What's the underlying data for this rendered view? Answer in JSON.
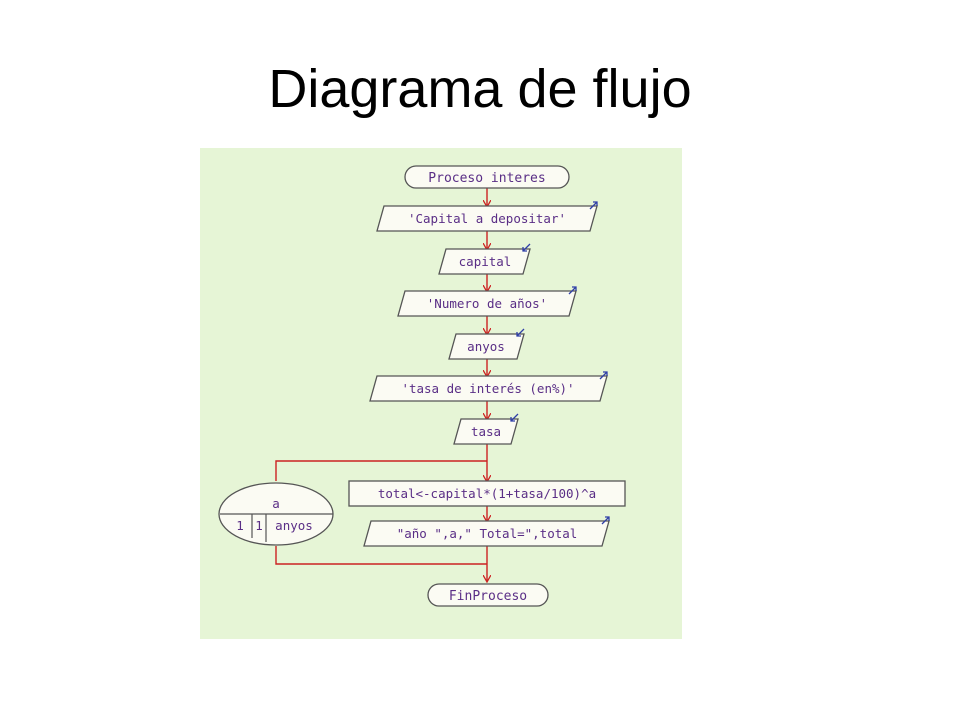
{
  "slide": {
    "title": "Diagrama de flujo"
  },
  "flowchart": {
    "start": "Proceso interes",
    "steps": [
      "'Capital a depositar'",
      "capital",
      "'Numero de años'",
      "anyos",
      "'tasa de interés (en%)'",
      "tasa"
    ],
    "loop": {
      "variable": "a",
      "start": "1",
      "step": "1",
      "end": "anyos"
    },
    "loop_body": [
      "total<-capital*(1+tasa/100)^a",
      "\"año \",a,\" Total=\",total"
    ],
    "end": "FinProceso"
  },
  "colors": {
    "panel_bg": "#e6f5d6",
    "shape_fill": "#fbfbf3",
    "shape_border": "#555555",
    "text": "#5a2e86",
    "arrow": "#cc2222",
    "io_output_mark": "#2f3fa8",
    "io_input_mark": "#2f3fa8"
  }
}
